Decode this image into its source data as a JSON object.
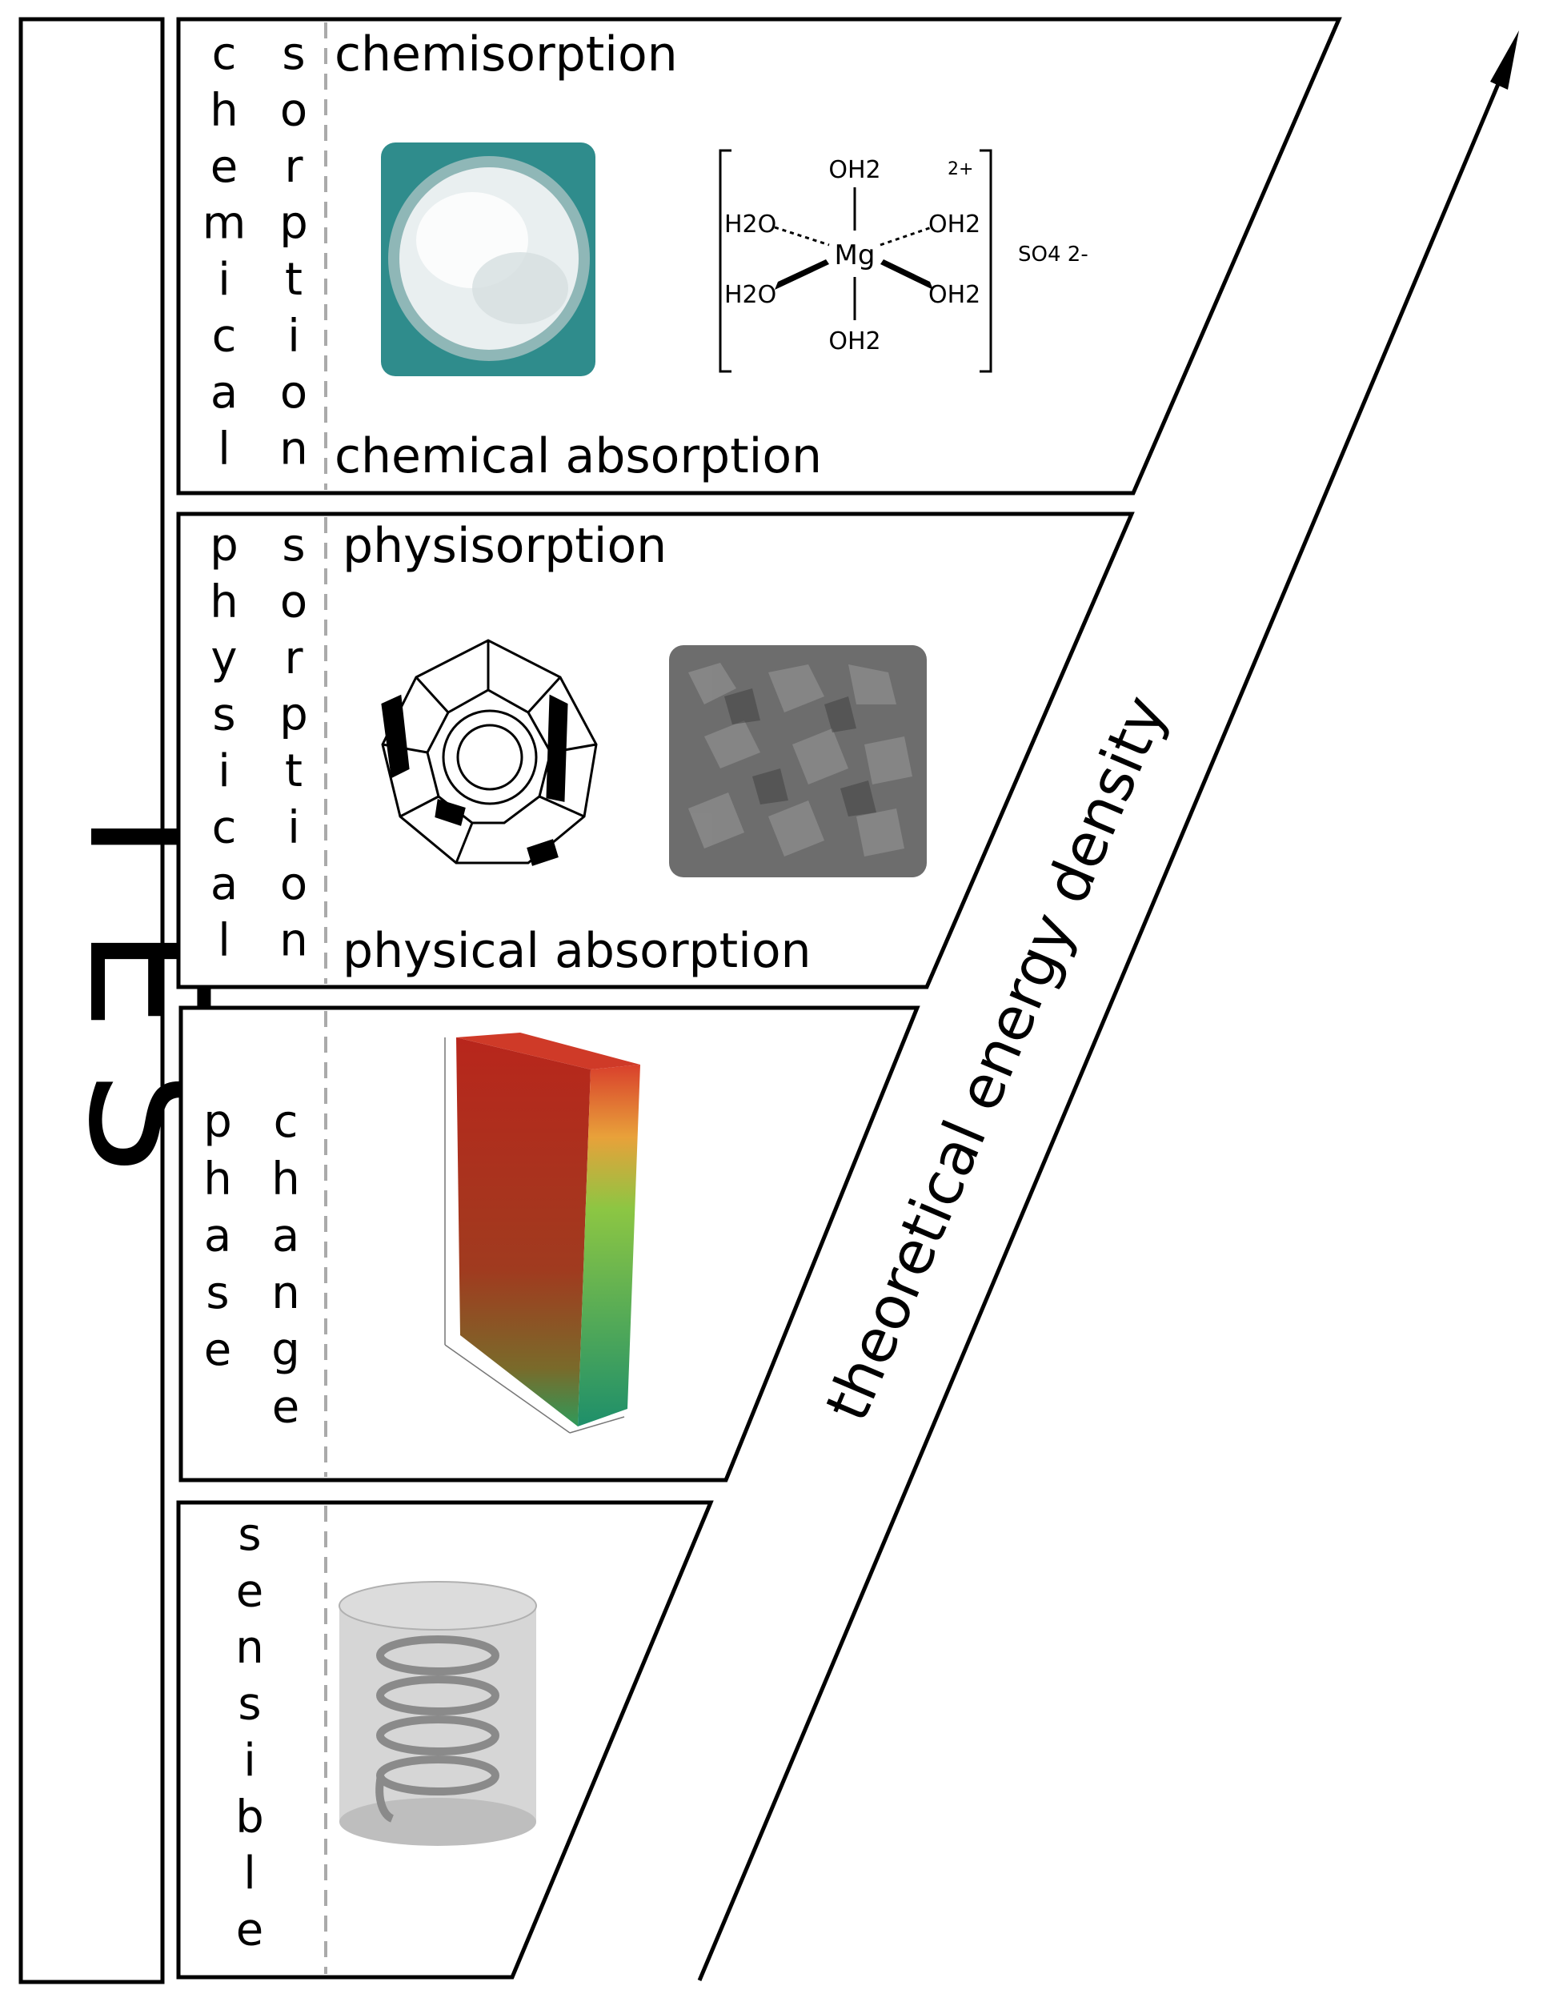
{
  "title": "TES",
  "axis": {
    "label": "theoretical energy density"
  },
  "sections": [
    {
      "id": "chemical-sorption",
      "col1": "chemical",
      "col2": "sorption",
      "top_label": "chemisorption",
      "bottom_label": "chemical absorption"
    },
    {
      "id": "physical-sorption",
      "col1": "physical",
      "col2": "sorption",
      "top_label": "physisorption",
      "bottom_label": "physical absorption"
    },
    {
      "id": "phase-change",
      "col1": "phase",
      "col2": "change"
    },
    {
      "id": "sensible",
      "col1": "sensible"
    }
  ],
  "formula": {
    "center": "Mg",
    "ligands": {
      "top": "OH2",
      "bottom": "OH2",
      "left_up": "H2O",
      "left_down": "H2O",
      "right_up": "OH2",
      "right_down": "OH2"
    },
    "charge": "2+",
    "counter_ion": "SO4 2-"
  },
  "colors": {
    "stroke": "#000000",
    "dash": "#aaaaaa",
    "dish_bg": "#2f8c8c",
    "sem_bg": "#6d6d6d",
    "pcm_red": "#b8261c",
    "pcm_green": "#3bb04a",
    "tank_gray": "#c8c8c8"
  }
}
